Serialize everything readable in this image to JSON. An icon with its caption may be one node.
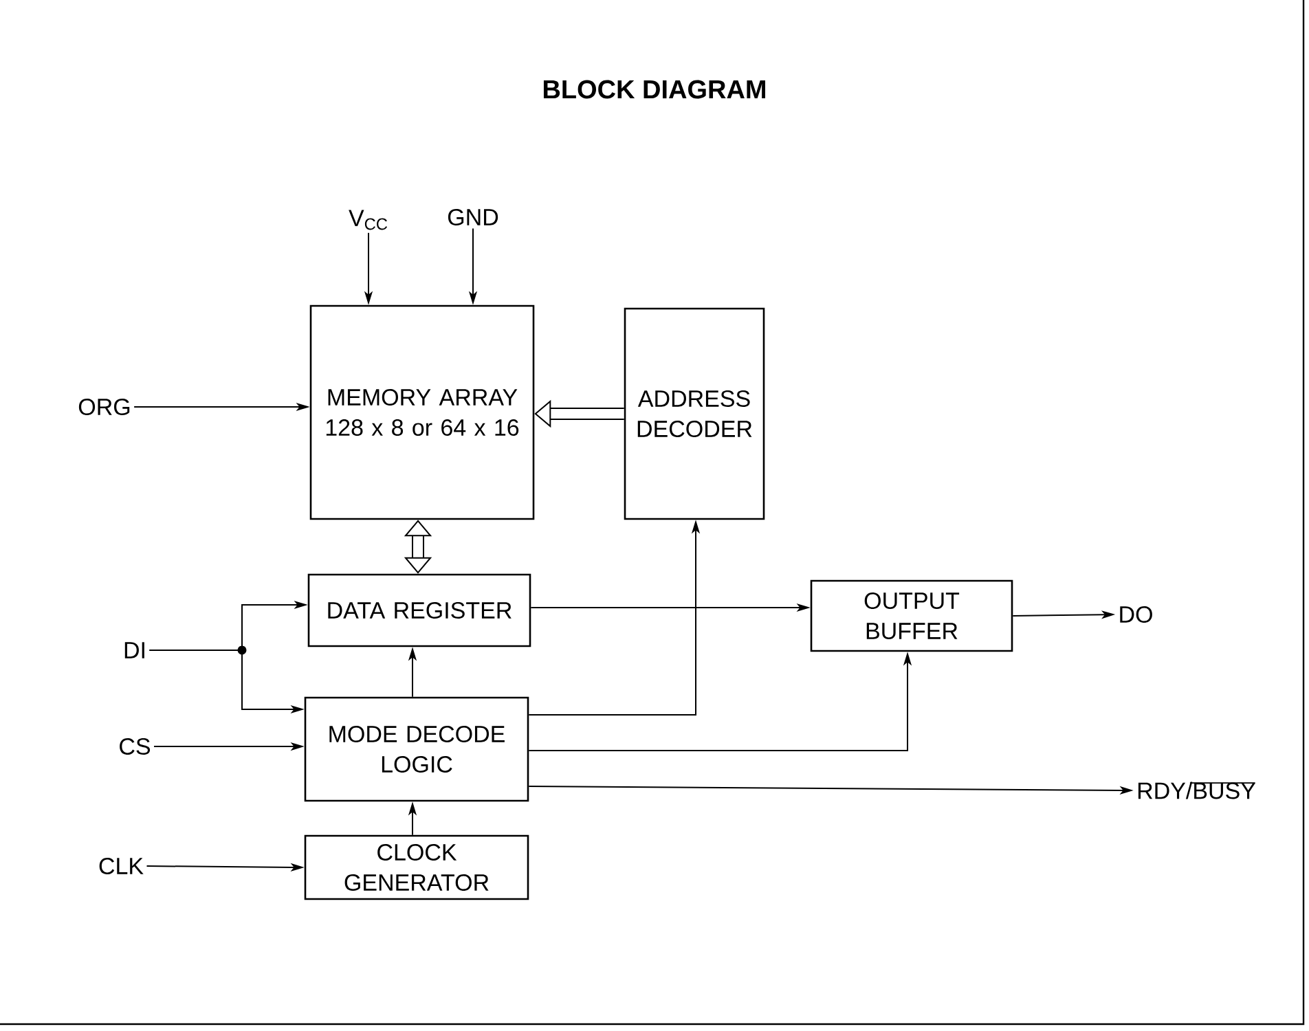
{
  "diagram": {
    "title": "BLOCK DIAGRAM",
    "nodes": [
      {
        "text": [
          "V$_{CC}$"
        ]
      },
      {
        "text": [
          "GND"
        ]
      },
      {
        "text": [
          "ORG"
        ]
      },
      {
        "text": [
          "MEMORY ARRAY 128 x 8 or 64 x 16"
        ]
      },
      {
        "text": [
          "ADDRESS DECODER"
        ]
      },
      {
        "text": [
          "DATA REGISTER"
        ]
      },
      {
        "text": [
          "OUTPUT BUFFER"
        ]
      },
      {
        "text": [
          "DO"
        ]
      },
      {
        "text": [
          "DI"
        ]
      },
      {
        "text": [
          "MODE DECODE LOGIC"
        ]
      },
      {
        "text": [
          "CS"
        ]
      },
      {
        "text": [
          "RDY/BUSY"
        ]
      },
      {
        "text": [
          "CLK"
        ]
      },
      {
        "text": [
          "CLOCK GENERATOR"
        ]
      }
    ],
    "edges": [
      {
        "from": 0,
        "to": 3,
        "arrow": "to"
      },
      {
        "from": 1,
        "to": 3,
        "arrow": "to"
      },
      {
        "from": 2,
        "to": 3,
        "arrow": "to"
      },
      {
        "from": 4,
        "to": 3,
        "arrow": "to",
        "style": "thick"
      },
      {
        "from": 3,
        "to": 5,
        "arrow": "both",
        "style": "thick"
      },
      {
        "from": 8,
        "to": 5,
        "arrow": "to"
      },
      {
        "from": 8,
        "to": 9,
        "arrow": "to"
      },
      {
        "from": 5,
        "to": 6,
        "arrow": "to"
      },
      {
        "from": 6,
        "to": 7,
        "arrow": "to"
      },
      {
        "from": 9,
        "to": 5,
        "arrow": "to"
      },
      {
        "from": 9,
        "to": 4,
        "arrow": "to"
      },
      {
        "from": 9,
        "to": 6,
        "arrow": "to"
      },
      {
        "from": 9,
        "to": 11,
        "arrow": "to"
      },
      {
        "from": 10,
        "to": 9,
        "arrow": "to"
      },
      {
        "from": 12,
        "to": 13,
        "arrow": "to"
      },
      {
        "from": 13,
        "to": 9,
        "arrow": "to"
      }
    ]
  }
}
